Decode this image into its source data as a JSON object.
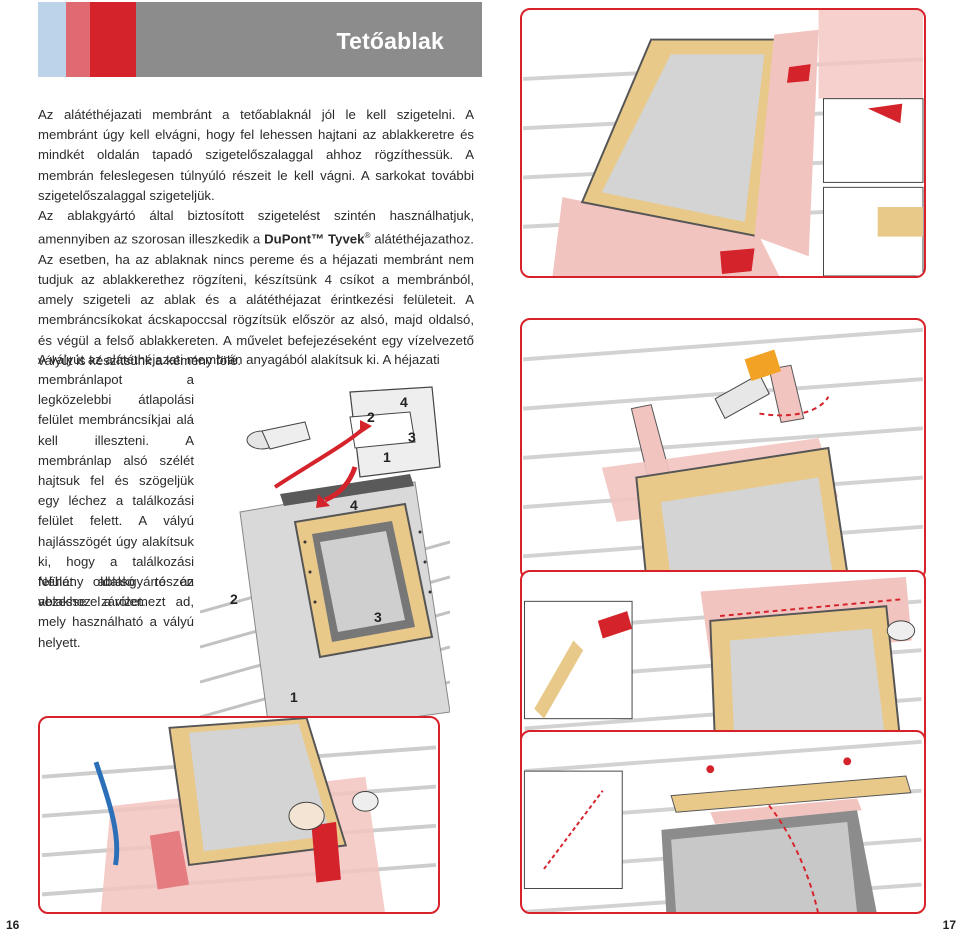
{
  "header": {
    "title": "Tetőablak"
  },
  "paragraphs": {
    "p1": "Az alátéthéjazati membránt a tetőablaknál jól le kell szigetelni. A membránt úgy kell elvágni, hogy fel lehessen hajtani az ablakkeretre és mindkét oldalán tapadó szigetelőszalaggal ahhoz rögzíthessük. A membrán feleslegesen túlnyúló részeit le kell vágni. A sarkokat további szigetelőszalaggal szigeteljük.",
    "p2_before": "Az ablakgyártó által biztosított szigetelést szintén használhatjuk, amennyiben az szorosan illeszkedik a ",
    "p2_brand": "DuPont™ Tyvek",
    "p2_reg": "®",
    "p2_after": " alátéthéjazathoz. Az esetben, ha az ablaknak nincs pereme és a héjazati membránt nem tudjuk az ablakkerethez rögzíteni, készítsünk 4 csíkot a membránból, amely szigeteli az ablak és a alátéthéjazat érintkezési felületeit. A membráncsíkokat ácskapoccsal rögzítsük először az alsó, majd oldalsó, és végül a felső ablakkereten. A művelet befejezéseként egy vízelvezető vályút is készítsünk a kémény fölé.",
    "p3": "A vályút az alátéthéjazati membrán anyagából alakítsuk ki. A héjazati",
    "p4": "membránlapot a legközelebbi átlapolási felület membráncsíkjai alá kell illeszteni. A membránlap alsó szélét hajtsuk fel és szögeljük egy léchez a találkozási felület felett. A vályú hajlásszögét úgy alakítsuk ki, hogy a találkozási felület oldalsó részén vezesse el a vizet.",
    "p5": "Néhány ablakgyártó az ablakhoz zárólemezt ad, mely használható a vályú helyett."
  },
  "strip_numbers": [
    "1",
    "2",
    "3",
    "4"
  ],
  "page_numbers": {
    "left": "16",
    "right": "17"
  },
  "colors": {
    "accent_red": "#d5232b",
    "header_gray": "#8c8c8c",
    "light_blue": "#bdd3ea",
    "membrane_pink": "#f2c4c0"
  }
}
